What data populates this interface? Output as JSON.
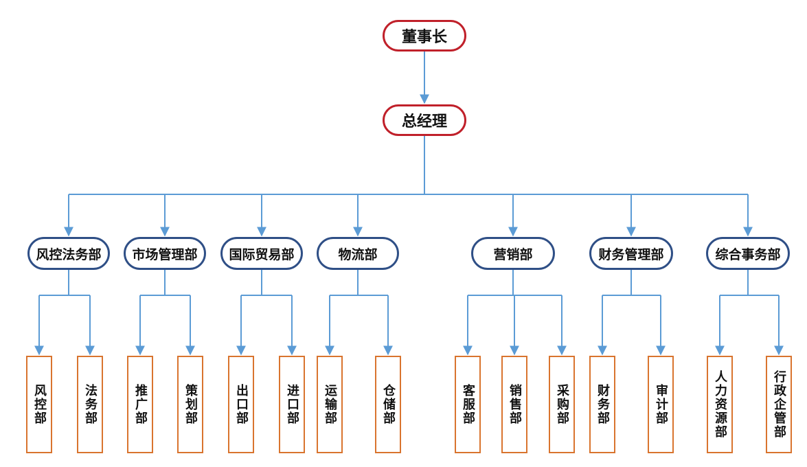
{
  "chairman": "董事长",
  "gm": "总经理",
  "departments": [
    {
      "name": "风控法务部",
      "subs": [
        "风控部",
        "法务部"
      ]
    },
    {
      "name": "市场管理部",
      "subs": [
        "推广部",
        "策划部"
      ]
    },
    {
      "name": "国际贸易部",
      "subs": [
        "出口部",
        "进口部"
      ]
    },
    {
      "name": "物流部",
      "subs": [
        "运输部",
        "仓储部"
      ]
    },
    {
      "name": "营销部",
      "subs": [
        "客服部",
        "销售部",
        "采购部"
      ]
    },
    {
      "name": "财务管理部",
      "subs": [
        "财务部",
        "审计部"
      ]
    },
    {
      "name": "综合事务部",
      "subs": [
        "人力资源部",
        "行政企管部"
      ]
    }
  ],
  "colors": {
    "top_border": "#c0202a",
    "dept_border": "#2f4f86",
    "leaf_border": "#d9742e",
    "connector": "#5b9bd5"
  }
}
